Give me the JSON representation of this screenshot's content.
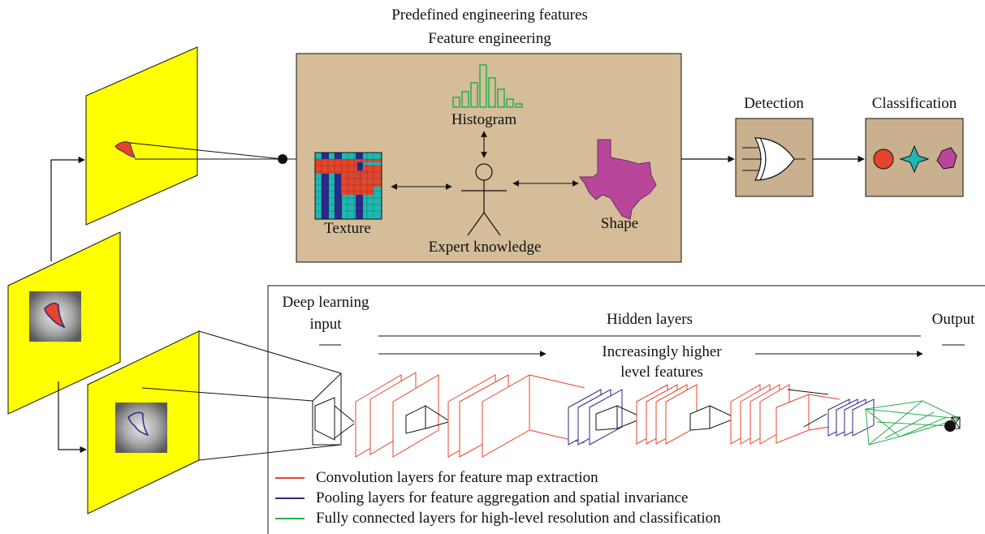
{
  "header": {
    "line1": "Predefined engineering features",
    "line2": "Feature engineering"
  },
  "feature_box": {
    "histogram_label": "Histogram",
    "texture_label": "Texture",
    "shape_label": "Shape",
    "expert_label": "Expert knowledge"
  },
  "detection_label": "Detection",
  "classification_label": "Classification",
  "deep": {
    "input_line1": "Deep learning",
    "input_line2": "input",
    "hidden_label": "Hidden layers",
    "output_label": "Output",
    "features_line1": "Increasingly higher",
    "features_line2": "level features"
  },
  "legend": [
    {
      "label": "Convolution layers for feature map extraction",
      "color": "#e8432b"
    },
    {
      "label": "Pooling layers for feature aggregation and spatial invariance",
      "color": "#2a2a8c"
    },
    {
      "label": "Fully connected layers for high-level resolution and classification",
      "color": "#23b04a"
    }
  ],
  "colors": {
    "panel_fill": "#d4bd98",
    "box_fill": "#c9b08e",
    "yellow": "#ffff00",
    "red": "#e8432b",
    "teal": "#1fb8b0",
    "purple": "#b8479c",
    "navy": "#2a2a8c",
    "green": "#23b04a"
  }
}
